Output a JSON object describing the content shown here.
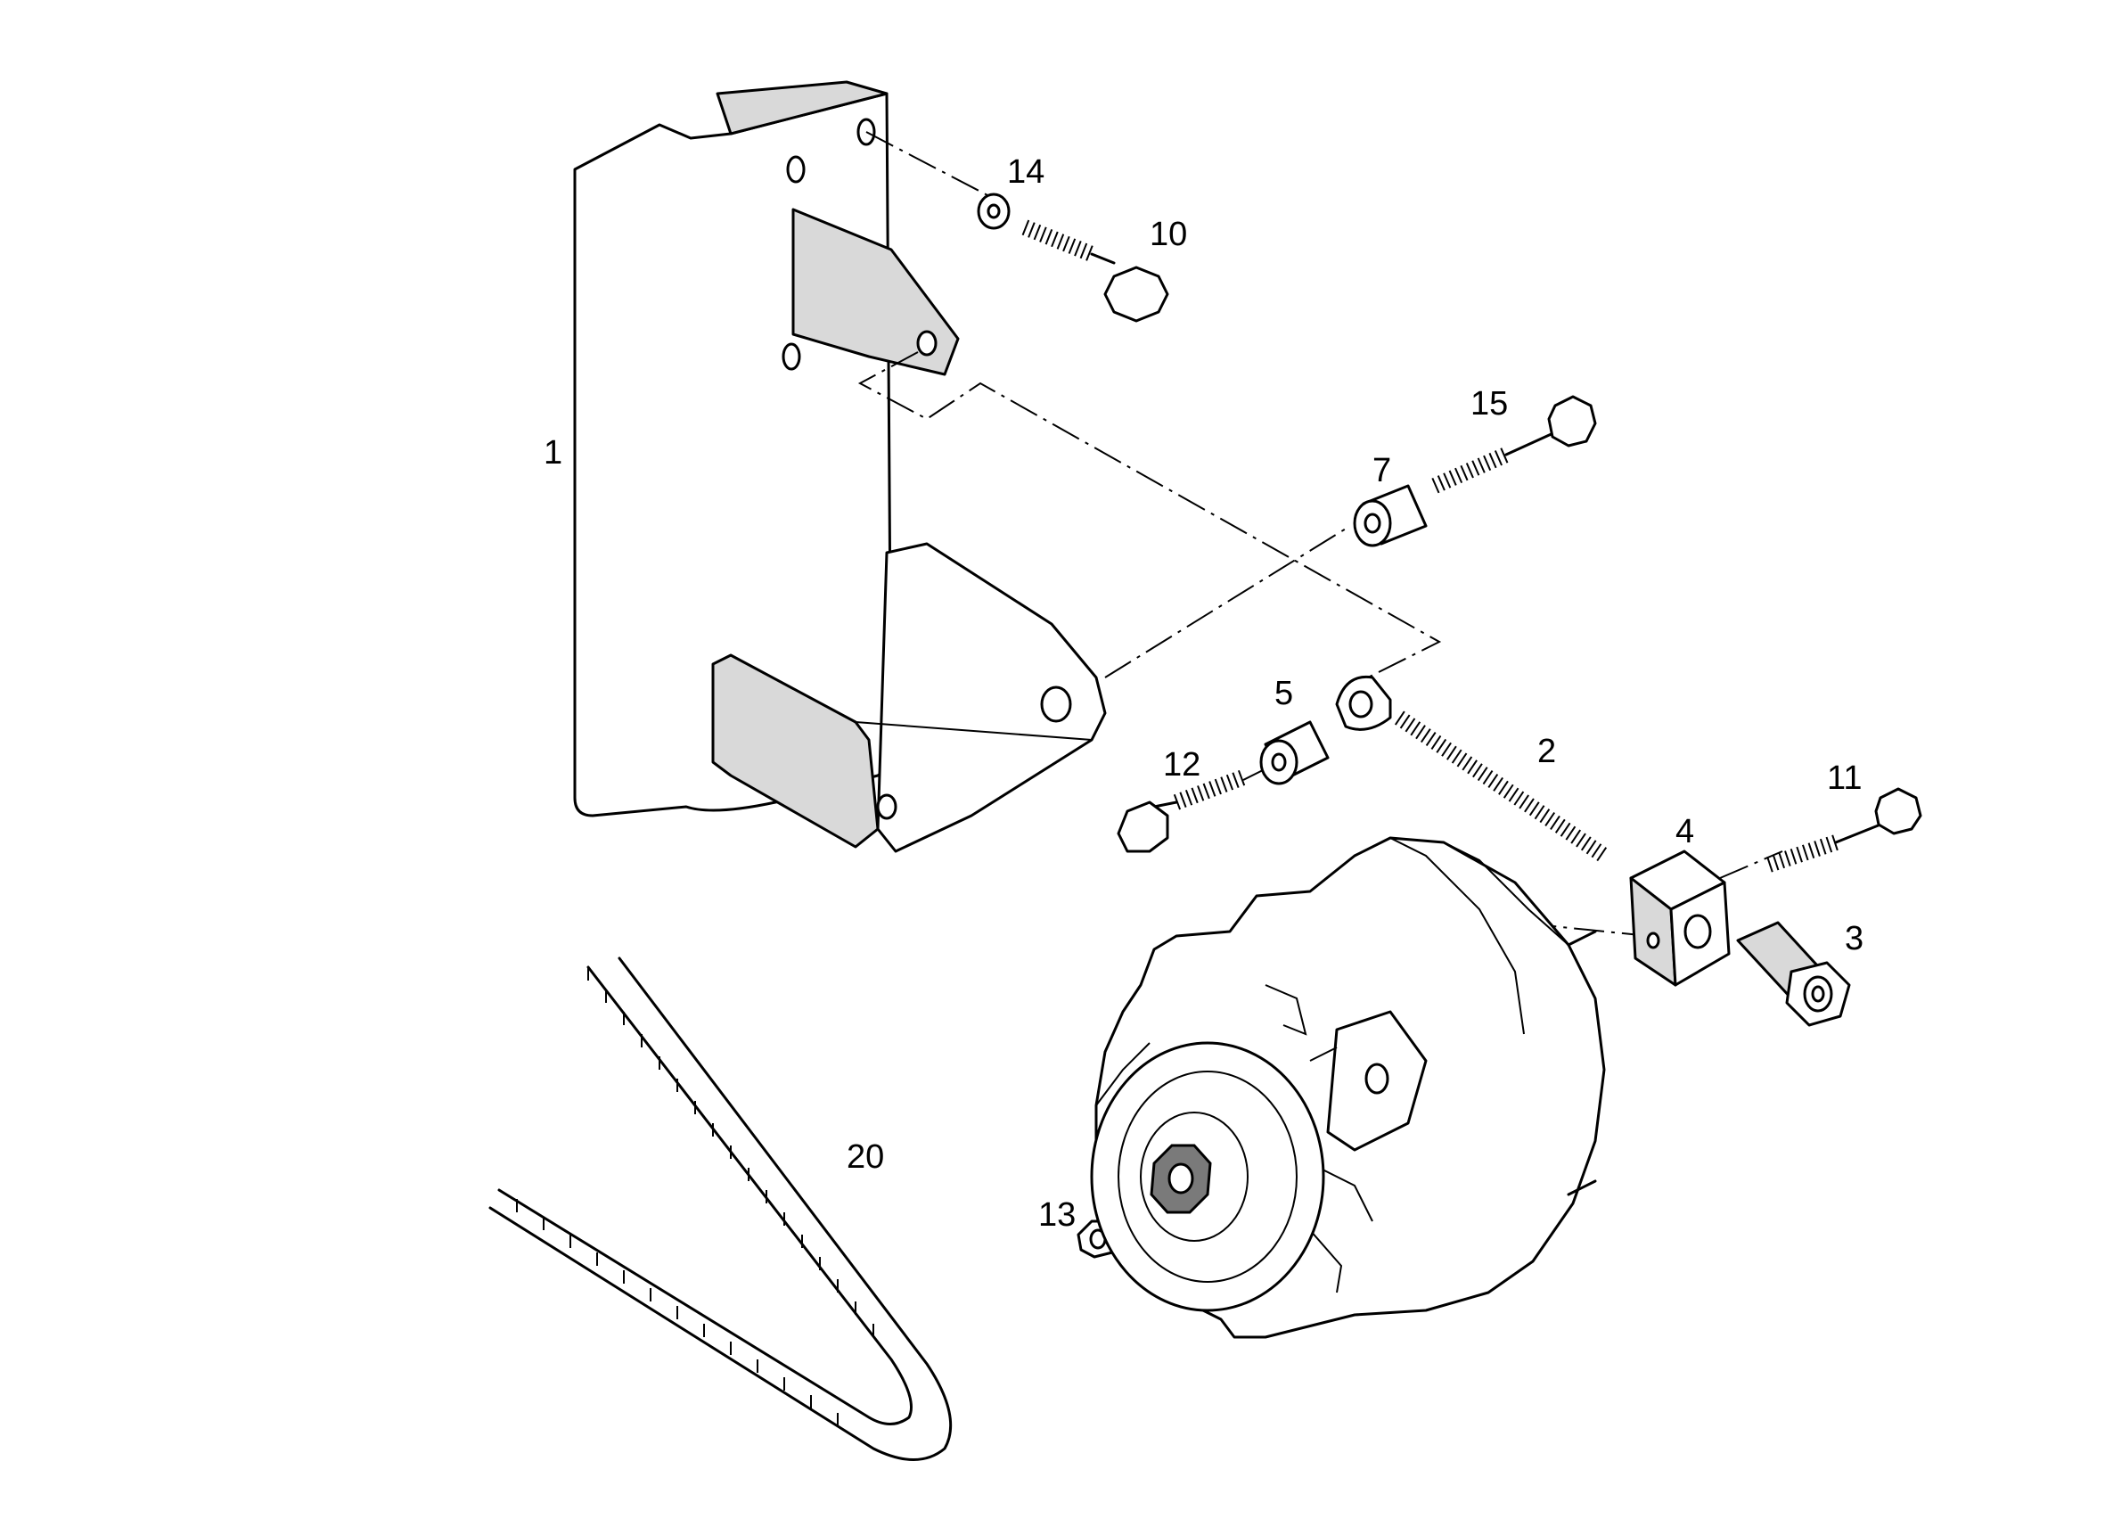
{
  "diagram": {
    "callouts": [
      {
        "id": "1"
      },
      {
        "id": "2"
      },
      {
        "id": "3"
      },
      {
        "id": "4"
      },
      {
        "id": "5"
      },
      {
        "id": "7"
      },
      {
        "id": "10"
      },
      {
        "id": "11"
      },
      {
        "id": "12"
      },
      {
        "id": "13"
      },
      {
        "id": "14"
      },
      {
        "id": "15"
      },
      {
        "id": "20"
      }
    ]
  }
}
